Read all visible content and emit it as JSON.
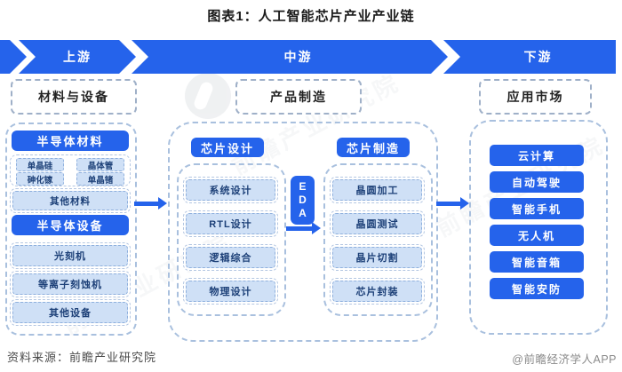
{
  "title": "图表1：人工智能芯片产业产业链",
  "banner": {
    "upstream": "上游",
    "midstream": "中游",
    "downstream": "下游"
  },
  "upstream": {
    "header": "材料与设备",
    "materials": {
      "title": "半导体材料",
      "small_items": [
        "单晶硅",
        "晶体管",
        "砷化镓",
        "单晶锗"
      ],
      "other": "其他材料"
    },
    "equipment": {
      "title": "半导体设备",
      "items": [
        "光刻机",
        "等离子刻蚀机",
        "其他设备"
      ]
    }
  },
  "midstream": {
    "header": "产品制造",
    "design": {
      "title": "芯片设计",
      "items": [
        "系统设计",
        "RTL设计",
        "逻辑综合",
        "物理设计"
      ]
    },
    "eda": "EDA",
    "manufacture": {
      "title": "芯片制造",
      "items": [
        "晶圆加工",
        "晶圆测试",
        "晶片切割",
        "芯片封装"
      ]
    }
  },
  "downstream": {
    "header": "应用市场",
    "items": [
      "云计算",
      "自动驾驶",
      "智能手机",
      "无人机",
      "智能音箱",
      "智能安防"
    ]
  },
  "footer": {
    "source": "资料来源：前瞻产业研究院",
    "brand": "@前瞻经济学人APP"
  },
  "watermark": "前瞻产业研究院",
  "colors": {
    "primary_blue": "#2563eb",
    "light_item_fill": "#cfe0f6",
    "light_item_border": "#8fb0dd",
    "container_border": "#a9c0de",
    "item_text": "#1d4078"
  }
}
